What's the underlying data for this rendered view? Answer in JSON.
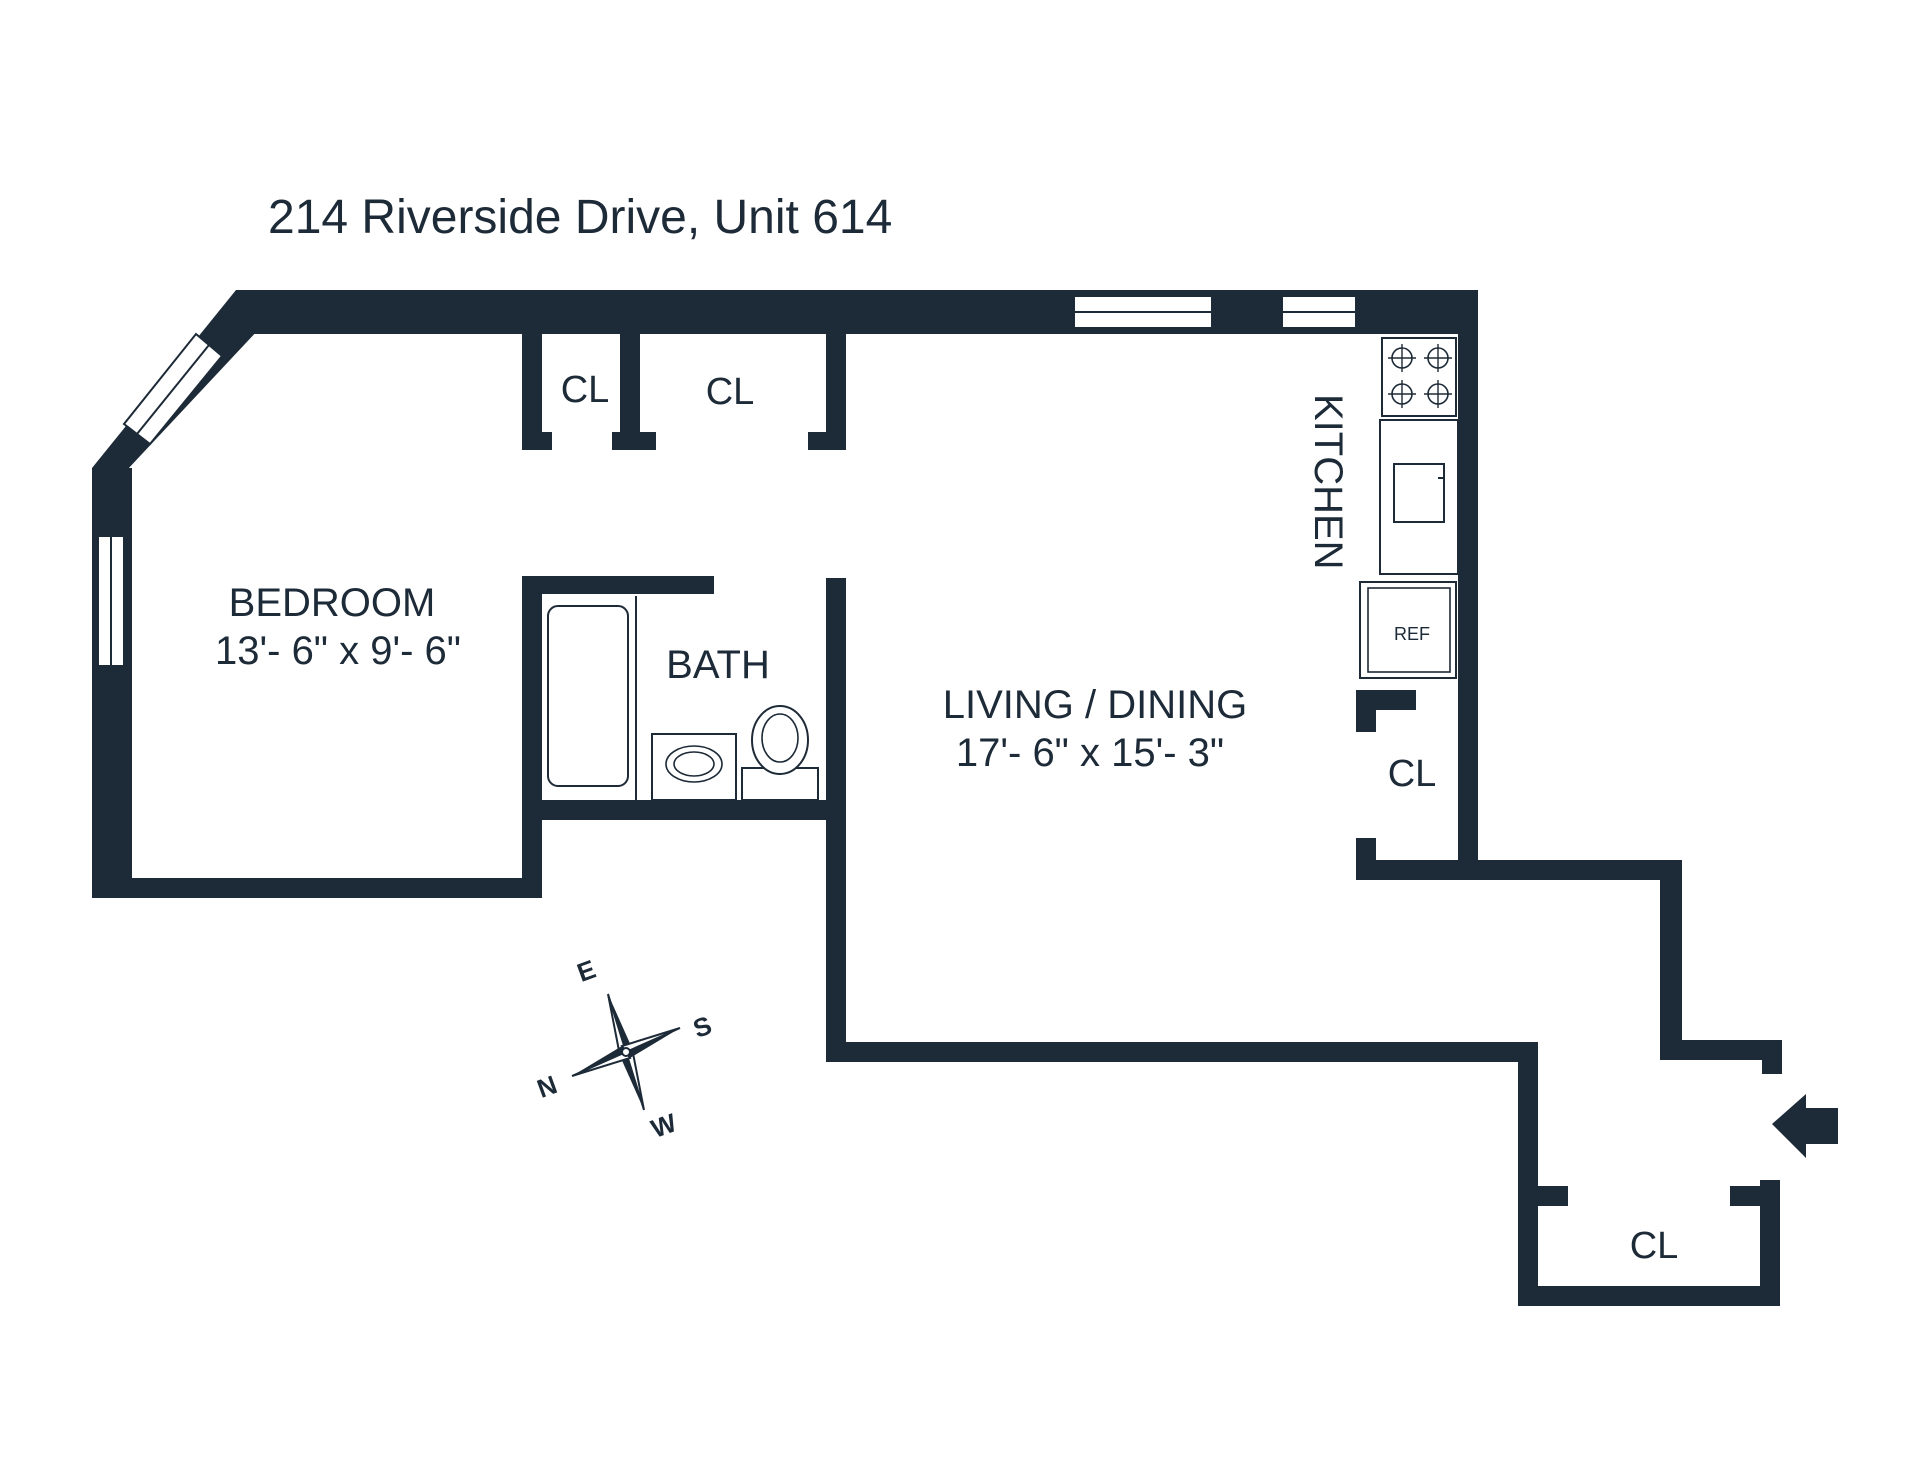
{
  "title": "214 Riverside Drive, Unit 614",
  "rooms": {
    "bedroom": {
      "name": "BEDROOM",
      "dims": "13'- 6\" x 9'- 6\""
    },
    "bath": {
      "name": "BATH"
    },
    "living": {
      "name": "LIVING / DINING",
      "dims": "17'- 6\" x 15'- 3\""
    },
    "kitchen": {
      "name": "KITCHEN"
    },
    "fridge_label": "REF"
  },
  "closets": [
    "CL",
    "CL",
    "CL",
    "CL"
  ],
  "compass": {
    "n": "N",
    "s": "S",
    "e": "E",
    "w": "W"
  },
  "colors": {
    "wall": "#1d2a37",
    "background": "#ffffff"
  }
}
